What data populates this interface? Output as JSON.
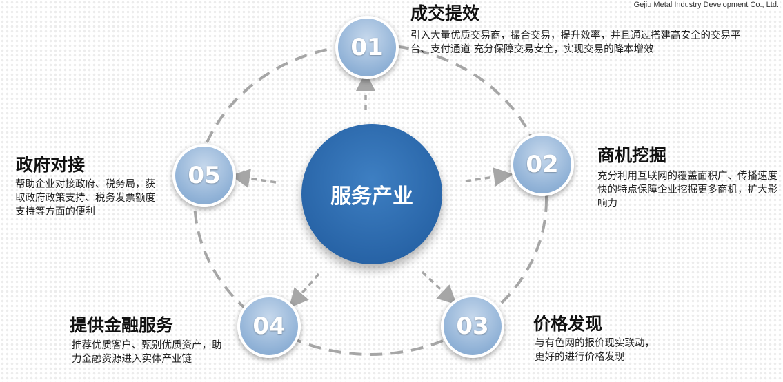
{
  "company": "Gejiu Metal Industry Development Co., Ltd.",
  "center_label": "服务产业",
  "items": [
    {
      "num": "01",
      "title": "成交提效",
      "desc": "引入大量优质交易商，撮合交易，提升效率，并且通过搭建高安全的交易平台、支付通道 充分保障交易安全，实现交易的降本增效"
    },
    {
      "num": "02",
      "title": "商机挖掘",
      "desc": "充分利用互联网的覆盖面积广、传播速度快的特点保障企业挖掘更多商机，扩大影响力"
    },
    {
      "num": "03",
      "title": "价格发现",
      "desc": "与有色网的报价现实联动，更好的进行价格发现"
    },
    {
      "num": "04",
      "title": "提供金融服务",
      "desc": "推荐优质客户、甄别优质资产，助力金融资源进入实体产业链"
    },
    {
      "num": "05",
      "title": "政府对接",
      "desc": "帮助企业对接政府、税务局，获取政府政策支持、税务发票额度支持等方面的便利"
    }
  ],
  "colors": {
    "center": "#2a68ab",
    "node": "#8fb1d6",
    "dash": "#a6a6a6"
  }
}
